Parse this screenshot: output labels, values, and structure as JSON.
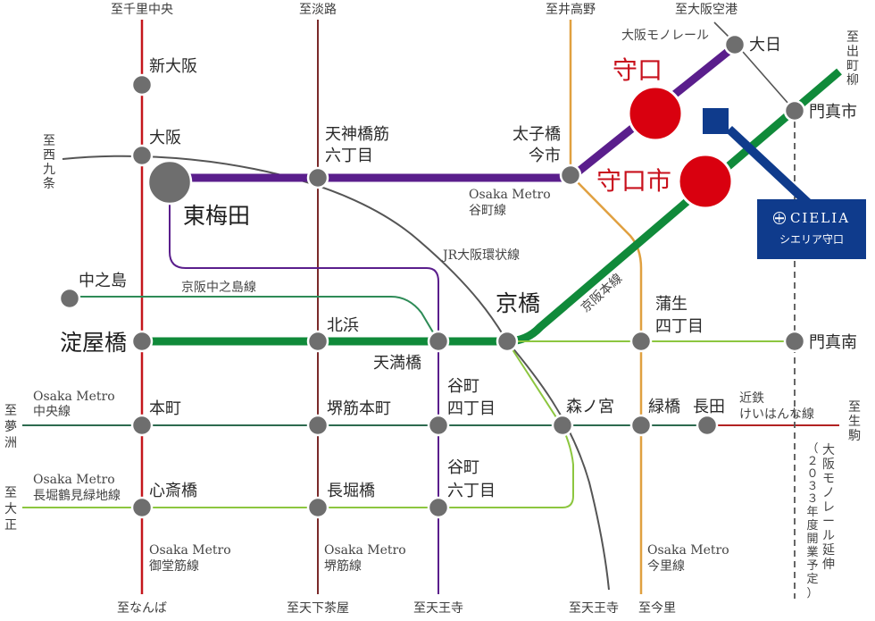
{
  "colors": {
    "midosuji": "#c4161c",
    "sakaisuji": "#7a2a2a",
    "tanimachi": "#5a1e8c",
    "imazatosuji": "#e0a040",
    "keihan_main": "#108a3a",
    "keihan_nakanoshima": "#2e8b57",
    "chuo": "#2d6a4f",
    "nagahori": "#8cc63f",
    "jr_loop": "#555555",
    "kintetsu": "#b22222",
    "monorail": "#555555",
    "station": "#6e6e6e",
    "highlight_station": "#d9000f",
    "highlight_text": "#c8101c",
    "property_marker": "#0f3b8c"
  },
  "destinations": {
    "senri_chuo": "至千里中央",
    "awaji": "至淡路",
    "idakano": "至井高野",
    "osaka_airport": "至大阪空港",
    "demachiyanagi": [
      "至",
      "出",
      "町",
      "柳"
    ],
    "nishikujo": [
      "至",
      "西",
      "九",
      "条"
    ],
    "yumeshima": [
      "至",
      "夢",
      "洲"
    ],
    "taisho": [
      "至",
      "大",
      "正"
    ],
    "ikoma": [
      "至",
      "生",
      "駒"
    ],
    "namba": "至なんば",
    "tengachaya": "至天下茶屋",
    "tennoji_1": "至天王寺",
    "tennoji_2": "至天王寺",
    "imazato": "至今里"
  },
  "stations": {
    "shin_osaka": "新大阪",
    "osaka": "大阪",
    "higashi_umeda": "東梅田",
    "tenjinbashisuji_1": "天神橋筋",
    "tenjinbashisuji_2": "六丁目",
    "taishibashi_1": "太子橋",
    "taishibashi_2": "今市",
    "moriguchi": "守口",
    "moriguchishi": "守口市",
    "dainichi": "大日",
    "kadomashi": "門真市",
    "nakanoshima": "中之島",
    "yodoyabashi": "淀屋橋",
    "kitahama": "北浜",
    "temmabashi": "天満橋",
    "kyobashi": "京橋",
    "gamo_1": "蒲生",
    "gamo_2": "四丁目",
    "kadomaminami": "門真南",
    "hommachi": "本町",
    "sakaisuji_hommachi": "堺筋本町",
    "tanimachi4_1": "谷町",
    "tanimachi4_2": "四丁目",
    "morinomiya": "森ノ宮",
    "midoribashi": "緑橋",
    "nagata": "長田",
    "shinsaibashi": "心斎橋",
    "nagahoribashi": "長堀橋",
    "tanimachi6_1": "谷町",
    "tanimachi6_2": "六丁目"
  },
  "lines": {
    "monorail": "大阪モノレール",
    "tanimachi_1": "Osaka Metro",
    "tanimachi_2": "谷町線",
    "jr_loop": "JR大阪環状線",
    "keihan_nakanoshima": "京阪中之島線",
    "keihan_main": "京阪本線",
    "chuo_1": "Osaka Metro",
    "chuo_2": "中央線",
    "nagahori_1": "Osaka Metro",
    "nagahori_2": "長堀鶴見緑地線",
    "midosuji_1": "Osaka Metro",
    "midosuji_2": "御堂筋線",
    "sakaisuji_1": "Osaka Metro",
    "sakaisuji_2": "堺筋線",
    "imazatosuji_1": "Osaka Metro",
    "imazatosuji_2": "今里線",
    "kintetsu_1": "近鉄",
    "kintetsu_2": "けいはんな線",
    "monorail_ext": [
      "大",
      "阪",
      "モ",
      "ノ",
      "レ",
      "ー",
      "ル",
      "延",
      "伸"
    ],
    "monorail_ext_note": [
      "（",
      "２",
      "０",
      "３",
      "３",
      "年",
      "度",
      "開",
      "業",
      "予",
      "定",
      "）"
    ]
  },
  "property": {
    "brand": "CIELIA",
    "name": "シエリア守口"
  }
}
